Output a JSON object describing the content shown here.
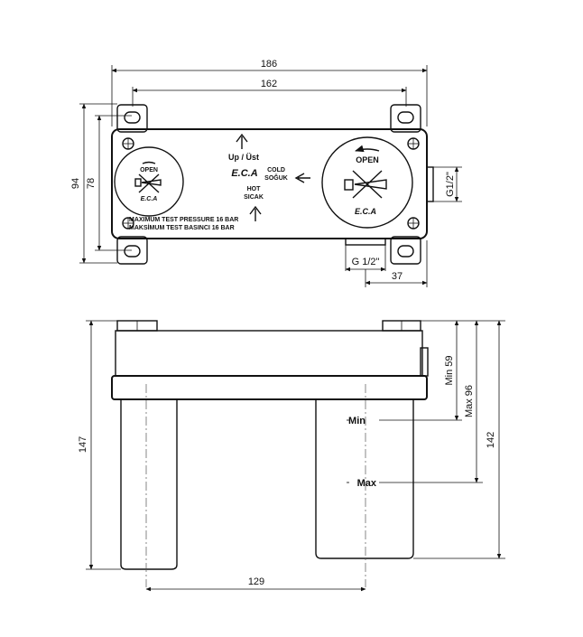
{
  "top_view": {
    "dimensions": {
      "overall_width": "186",
      "bolt_spacing": "162",
      "overall_height": "94",
      "bolt_height": "78",
      "right_port": "G1/2\"",
      "bottom_port": "G 1/2\"",
      "port_offset": "37"
    },
    "labels": {
      "up": "Up / Üst",
      "cold_1": "COLD",
      "cold_2": "SOĞUK",
      "hot_1": "HOT",
      "hot_2": "SICAK",
      "pressure_1": "MAXIMUM TEST PRESSURE 16 BAR",
      "pressure_2": "MAKSİMUM TEST BASINCI 16 BAR",
      "open_large": "OPEN",
      "open_small": "OPEN",
      "brand": "E.C.A"
    }
  },
  "side_view": {
    "dimensions": {
      "total_depth": "147",
      "min_depth": "Min 59",
      "max_depth": "Max 96",
      "depth_142": "142",
      "leg_spacing": "129"
    },
    "labels": {
      "min": "Min",
      "max": "Max"
    }
  }
}
